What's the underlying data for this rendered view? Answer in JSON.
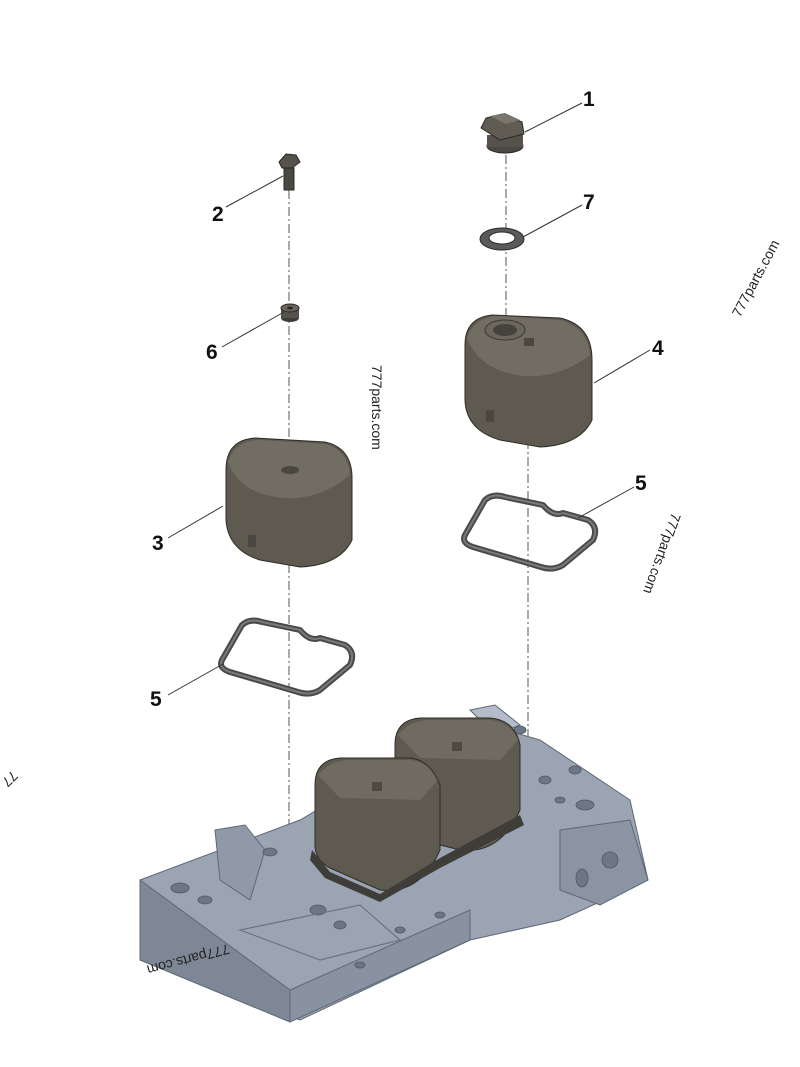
{
  "callouts": {
    "c1": "1",
    "c2": "2",
    "c3": "3",
    "c4": "4",
    "c5a": "5",
    "c5b": "5",
    "c6": "6",
    "c7": "7"
  },
  "watermarks": {
    "w1": "777parts.com",
    "w2": "777parts.com",
    "w3": "777parts.com",
    "w4": "777parts.com",
    "w5": "77"
  },
  "colors": {
    "cover": "#5e5a50",
    "cover_top": "#6f6b60",
    "gasket": "#4a4a4a",
    "base": "#9aa4b2",
    "base_dark": "#7d8796",
    "base_light": "#b3bcc8"
  }
}
